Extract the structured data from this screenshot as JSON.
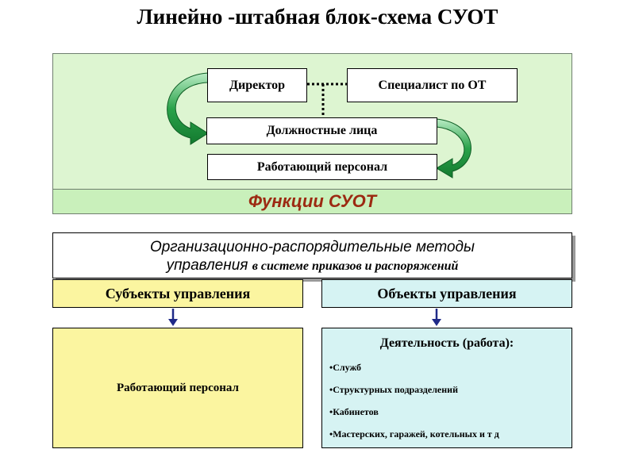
{
  "title": "Линейно -штабная блок-схема СУОТ",
  "org_chart": {
    "director": "Директор",
    "specialist": "Специалист по ОТ",
    "officials": "Должностные лица",
    "staff": "Работающий персонал"
  },
  "functions_band": "Функции СУОТ",
  "methods": {
    "line1": "Организационно-распорядительные методы",
    "line2_main": "управления",
    "line2_sub": "в системе приказов и распоряжений"
  },
  "subjects": {
    "header": "Субъекты управления",
    "body": "Работающий персонал"
  },
  "objects": {
    "header": "Объекты управления",
    "title": "Деятельность (работа):",
    "items": [
      "•Служб",
      "•Структурных подразделений",
      "•Кабинетов",
      "•Мастерских, гаражей, котельных и т д"
    ]
  },
  "colors": {
    "upper_panel": "#ddf5d1",
    "band": "#c9f0bb",
    "band_text": "#9c2a12",
    "subjects_fill": "#fbf5a0",
    "objects_fill": "#d6f3f3",
    "arrow_green": "#2aa24a",
    "arrow_blue": "#1f2a88"
  }
}
